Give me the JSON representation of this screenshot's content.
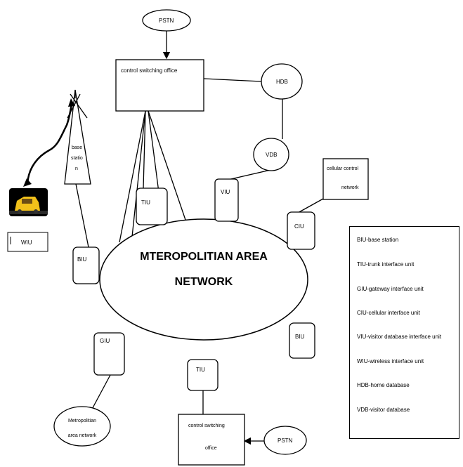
{
  "nodes": {
    "pstn_top": "PSTN",
    "pstn_bottom": "PSTN",
    "cso_top": "control switching office",
    "cso_bottom_line1": "control switching",
    "cso_bottom_line2": "office",
    "hdb": "HDB",
    "vdb": "VDB",
    "cellular_line1": "cellular control",
    "cellular_line2": "network",
    "base_station_line1": "base",
    "base_station_line2": "statio",
    "base_station_line3": "n",
    "wiu": "WIU",
    "tiu_upper": "TIU",
    "tiu_lower": "TIU",
    "viu": "VIU",
    "ciu": "CIU",
    "biu_left": "BIU",
    "biu_right": "BIU",
    "giu": "GIU",
    "metro_line1": "Metropolitian",
    "metro_line2": "area network",
    "man_line1": "MTEROPOLITIAN AREA",
    "man_line2": "NETWORK"
  },
  "legend": [
    "BIU-base station",
    "TIU-trunk interface unit",
    "GIU-gateway interface unit",
    "CIU-cellular interface unit",
    "VIU-visitor database interface unit",
    "WIU-wireless interface unit",
    "HDB-home database",
    "VDB-visitor database"
  ],
  "colors": {
    "line": "#000000",
    "vehicle_bg": "#000000",
    "vehicle_body": "#f2c11a"
  },
  "icons": [
    "antenna-tower-icon",
    "vehicle-icon",
    "arrow-icon"
  ]
}
